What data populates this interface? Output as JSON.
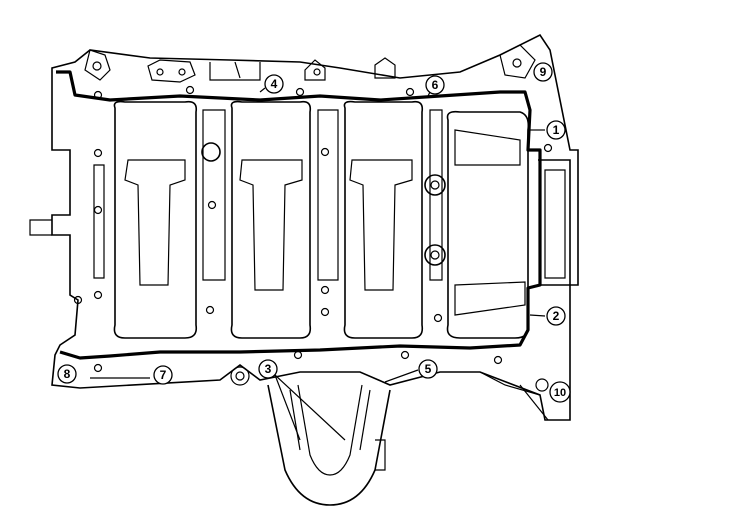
{
  "callouts": [
    {
      "id": "c1",
      "label": "1"
    },
    {
      "id": "c2",
      "label": "2"
    },
    {
      "id": "c3",
      "label": "3"
    },
    {
      "id": "c4",
      "label": "4"
    },
    {
      "id": "c5",
      "label": "5"
    },
    {
      "id": "c6",
      "label": "6"
    },
    {
      "id": "c7",
      "label": "7"
    },
    {
      "id": "c8",
      "label": "8"
    },
    {
      "id": "c9",
      "label": "9"
    },
    {
      "id": "c10",
      "label": "10"
    }
  ],
  "colors": {
    "line": "#000000",
    "background": "#ffffff"
  },
  "components": [
    "cylinder-block-outline",
    "sealant-line",
    "crank-bays",
    "oil-pump-pickup"
  ]
}
